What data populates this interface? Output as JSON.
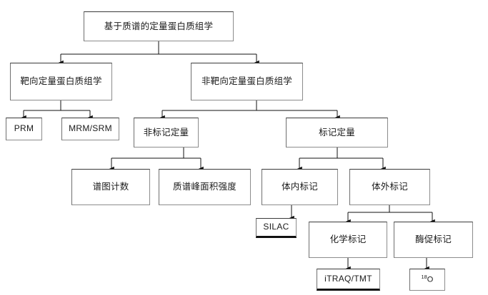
{
  "diagram": {
    "title_node": "基于质谱的定量蛋白质组学",
    "colors": {
      "box_border": "#8c8c8c",
      "box_border_dark": "#3a3a3a",
      "connector": "#1a1a1a",
      "background": "#ffffff",
      "text": "#1a1a1a"
    },
    "nodes": {
      "root": "基于质谱的定量蛋白质组学",
      "targeted": "靶向定量蛋白质组学",
      "untargeted": "非靶向定量蛋白质组学",
      "prm": "PRM",
      "mrm_srm": "MRM/SRM",
      "label_free": "非标记定量",
      "labeled": "标记定量",
      "spectral_count": "谱图计数",
      "peak_area": "质谱峰面积强度",
      "in_vivo": "体内标记",
      "in_vitro": "体外标记",
      "silac": "SILAC",
      "chemical": "化学标记",
      "enzymatic": "酶促标记",
      "itraq_tmt": "iTRAQ/TMT",
      "o18_sup": "18",
      "o18_base": "O"
    },
    "edges": [
      {
        "from": "root",
        "to": "targeted"
      },
      {
        "from": "root",
        "to": "untargeted"
      },
      {
        "from": "targeted",
        "to": "prm"
      },
      {
        "from": "targeted",
        "to": "mrm_srm"
      },
      {
        "from": "untargeted",
        "to": "label_free"
      },
      {
        "from": "untargeted",
        "to": "labeled"
      },
      {
        "from": "label_free",
        "to": "spectral_count"
      },
      {
        "from": "label_free",
        "to": "peak_area"
      },
      {
        "from": "labeled",
        "to": "in_vivo"
      },
      {
        "from": "labeled",
        "to": "in_vitro"
      },
      {
        "from": "in_vivo",
        "to": "silac"
      },
      {
        "from": "in_vitro",
        "to": "chemical"
      },
      {
        "from": "in_vitro",
        "to": "enzymatic"
      },
      {
        "from": "chemical",
        "to": "itraq_tmt"
      },
      {
        "from": "enzymatic",
        "to": "o18"
      }
    ]
  }
}
